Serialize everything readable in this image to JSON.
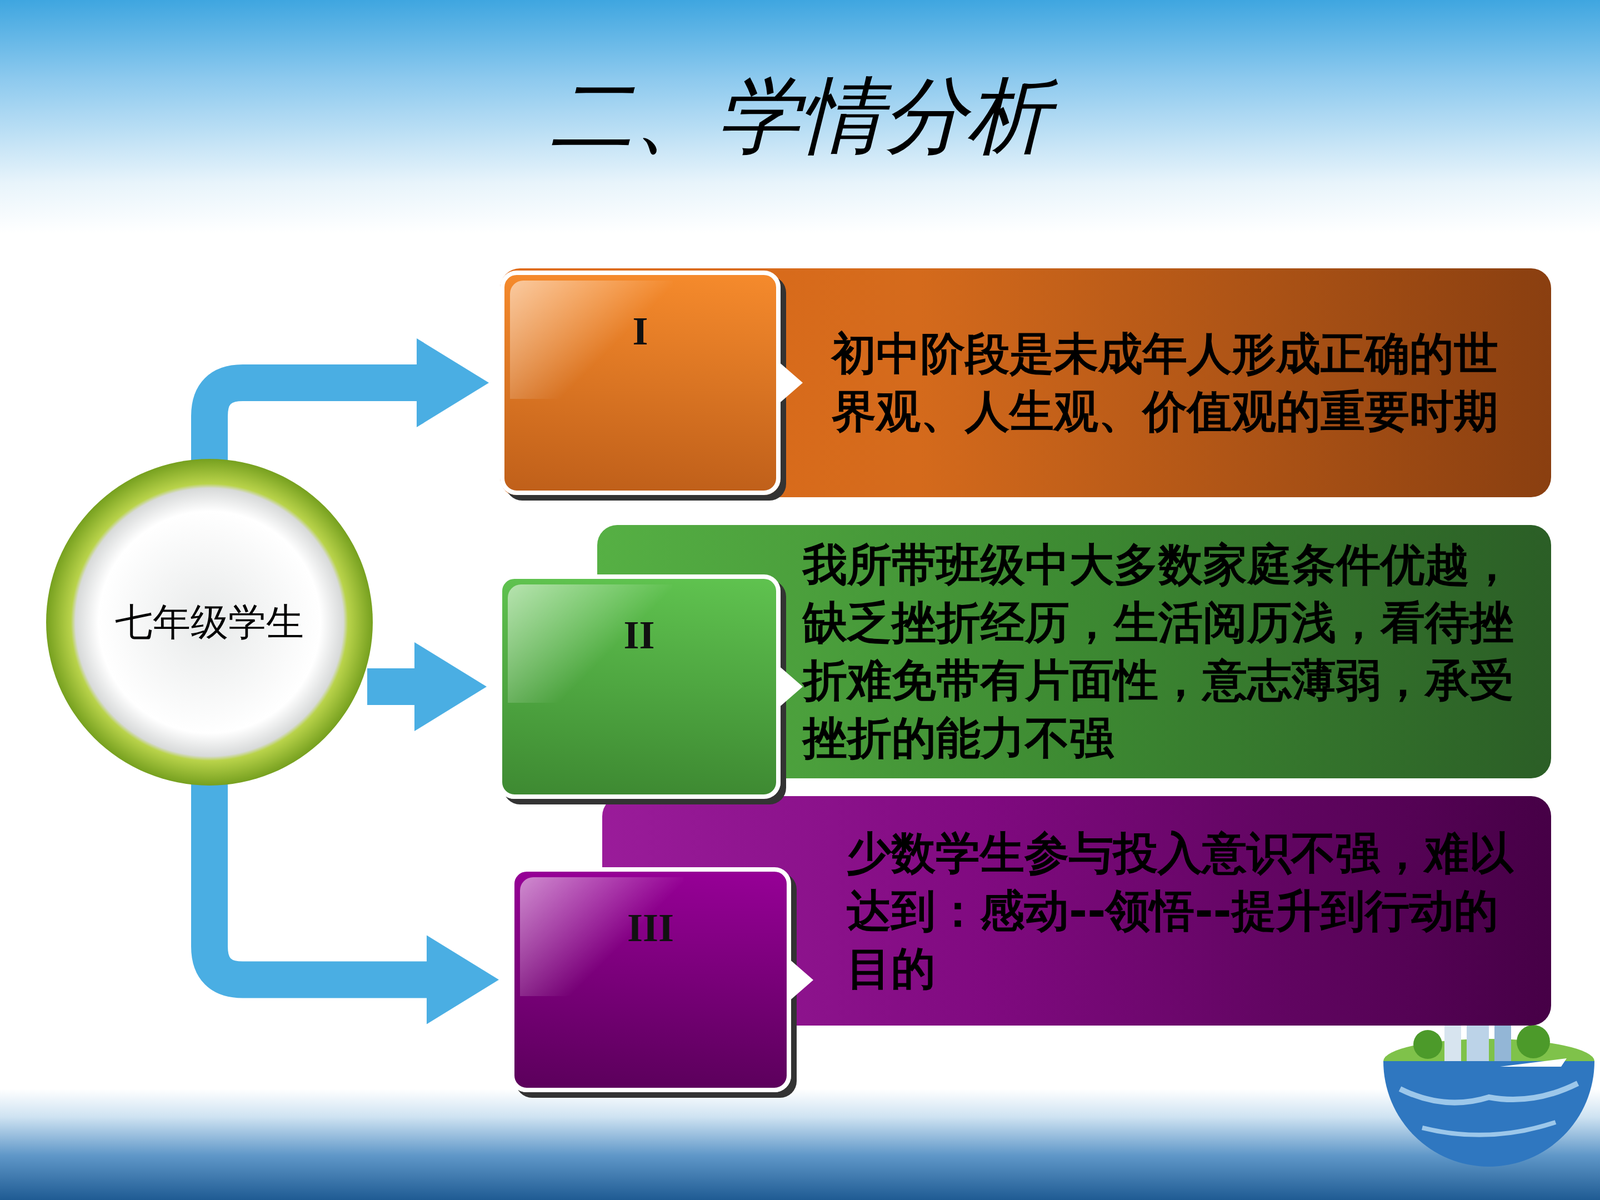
{
  "diagram": {
    "title": "二、学情分析",
    "nodes": [
      {
        "text": [
          "七年级学生"
        ]
      },
      {
        "text": [
          "I"
        ]
      },
      {
        "text": [
          "初中阶段是未成年人形成正确的世界观、人生观、价值观的重要时期"
        ]
      },
      {
        "text": [
          "II"
        ]
      },
      {
        "text": [
          "我所带班级中大多数家庭条件优越，缺乏挫折经历，生活阅历浅，看待挫折难免带有片面性，意志薄弱，承受挫折的能力不强"
        ]
      },
      {
        "text": [
          "III"
        ]
      },
      {
        "text": [
          "少数学生参与投入意识不强，难以达到：感动--领悟--提升到行动的目的"
        ]
      }
    ],
    "edges": [
      {
        "from": 0,
        "to": 1,
        "arrow": "to"
      },
      {
        "from": 0,
        "to": 3,
        "arrow": "to"
      },
      {
        "from": 0,
        "to": 5,
        "arrow": "to"
      }
    ]
  }
}
